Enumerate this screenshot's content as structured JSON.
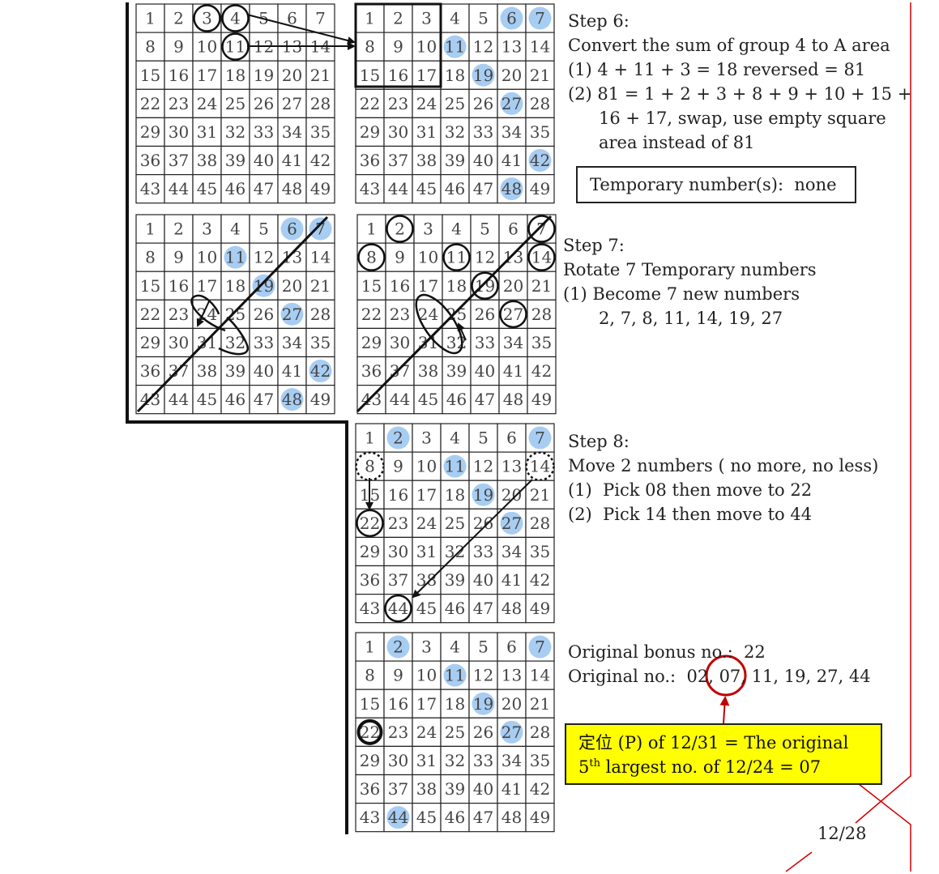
{
  "step6": {
    "title": "Step 6:",
    "line1": "Convert the sum of group 4 to A area",
    "line2": "(1) 4 + 11 + 3 = 18 reversed = 81",
    "line3": "(2) 81 = 1 + 2 + 3 + 8 + 9 + 10 + 15 +",
    "line4": "16 + 17, swap, use empty square",
    "line5": "area instead of 81",
    "temp": "Temporary number(s):  none"
  },
  "step7": {
    "title": "Step 7:",
    "line1": "Rotate 7 Temporary numbers",
    "line2": "(1) Become 7 new numbers",
    "line3": "2, 7, 8, 11, 14, 19, 27"
  },
  "step8": {
    "title": "Step 8:",
    "line1": "Move 2 numbers ( no more, no less)",
    "line2": "(1)  Pick 08 then move to 22",
    "line3": "(2)  Pick 14 then move to 44"
  },
  "result": {
    "bonus": "Original bonus no.:  22",
    "original_prefix": "Original no.:  02,",
    "original_highlight": "07,",
    "original_suffix": "11, 19, 27, 44"
  },
  "note": {
    "line1": "定位 (P) of 12/31 = The original",
    "line2_prefix": "5",
    "line2_sup": "th",
    "line2_suffix": " largest no. of 12/24 = 07"
  },
  "page_number": "12/28",
  "colors": {
    "highlight": "#a8cdf3",
    "accent_red": "#c00000",
    "note_bg": "#ffff00",
    "line": "#111111"
  },
  "grids": [
    {
      "id": "g1",
      "highlighted": [],
      "circled": [
        3,
        4,
        11
      ],
      "dashed": []
    },
    {
      "id": "g2",
      "highlighted": [
        6,
        7,
        11,
        19,
        27,
        42,
        48
      ],
      "circled": [],
      "dashed": []
    },
    {
      "id": "g3",
      "highlighted": [
        6,
        7,
        11,
        19,
        27,
        42,
        48
      ],
      "circled": [],
      "dashed": []
    },
    {
      "id": "g4",
      "highlighted": [],
      "circled": [
        2,
        7,
        8,
        11,
        14,
        19,
        27
      ],
      "dashed": []
    },
    {
      "id": "g5",
      "highlighted": [
        2,
        7,
        11,
        19,
        27
      ],
      "circled": [
        22,
        44
      ],
      "dashed": [
        8,
        14
      ]
    },
    {
      "id": "g6",
      "highlighted": [
        2,
        7,
        11,
        19,
        27,
        44
      ],
      "circled": [],
      "dashed": [],
      "bold_circled": [
        22
      ]
    }
  ]
}
